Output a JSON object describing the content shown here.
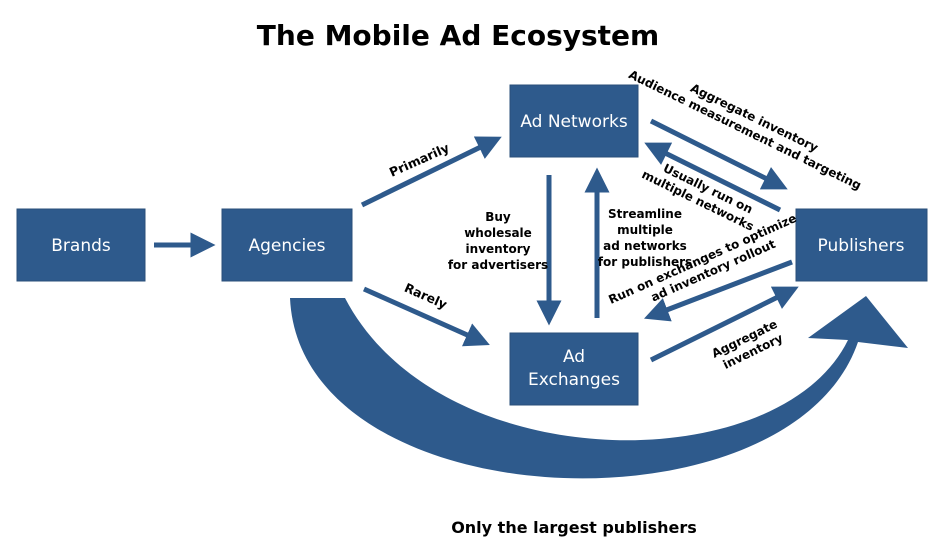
{
  "title": "The Mobile Ad Ecosystem",
  "colors": {
    "box_fill": "#2e5a8c",
    "arrow": "#2e5a8c",
    "text": "#000000",
    "box_text": "#ffffff"
  },
  "nodes": {
    "brands": "Brands",
    "agencies": "Agencies",
    "ad_networks": "Ad Networks",
    "ad_exchanges_line1": "Ad",
    "ad_exchanges_line2": "Exchanges",
    "publishers": "Publishers"
  },
  "edge_labels": {
    "primarily": "Primarily",
    "rarely": "Rarely",
    "buy": [
      "Buy",
      "wholesale",
      "inventory",
      "for advertisers"
    ],
    "streamline": [
      "Streamline",
      "multiple",
      "ad networks",
      "for publishers"
    ],
    "aggregate_top": [
      "Aggregate inventory",
      "Audience measurement and targeting"
    ],
    "usually_run": [
      "Usually run on",
      "multiple networks"
    ],
    "run_on_exchanges": [
      "Run on exchanges to optimize",
      "ad inventory rollout"
    ],
    "aggregate_bottom": [
      "Aggregate",
      "inventory"
    ],
    "only_largest": "Only the largest publishers"
  }
}
